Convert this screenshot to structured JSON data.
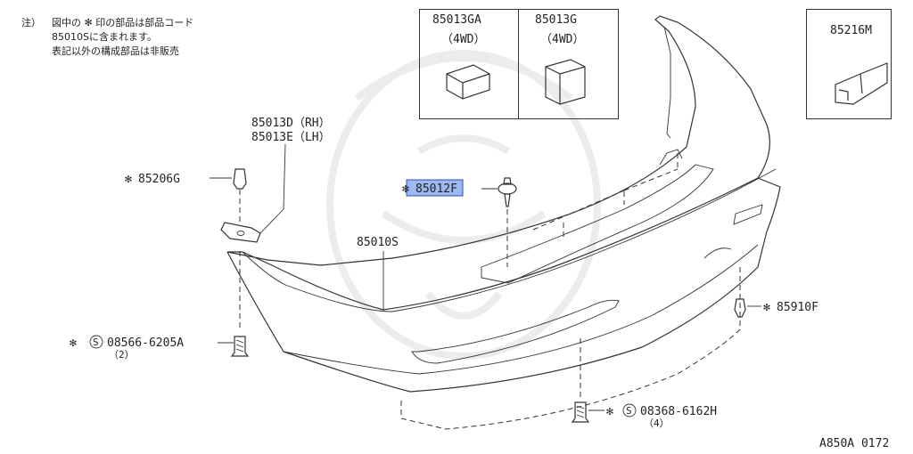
{
  "note": {
    "marker": "注）",
    "line1": "図中の ✻ 印の部品は部品コード",
    "line2": "85010Sに含まれます。",
    "line3": "表記以外の構成部品は非販売"
  },
  "boxes": {
    "clip_4wd_a": {
      "code": "85013GA",
      "qualifier": "（4WD）"
    },
    "clip_4wd_b": {
      "code": "85013G",
      "qualifier": "（4WD）"
    },
    "bracket": {
      "code": "85216M"
    }
  },
  "labels": {
    "bracket_pair_rh": "85013D（RH）",
    "bracket_pair_lh": "85013E（LH）",
    "grommet": "85206G",
    "retainer_clip": "85012F",
    "bumper_fascia": "85010S",
    "side_screw": "08566-6205A",
    "side_screw_qty": "（2）",
    "clip_right": "85910F",
    "bottom_screw": "08368-6162H",
    "bottom_screw_qty": "（4）"
  },
  "symbols": {
    "asterisk": "✻",
    "circled_s": "S"
  },
  "footer": {
    "diagram_id": "A850A 0172"
  },
  "colors": {
    "line": "#333333",
    "highlight": "#9eb8f0",
    "highlight_border": "#2c4fb8"
  }
}
